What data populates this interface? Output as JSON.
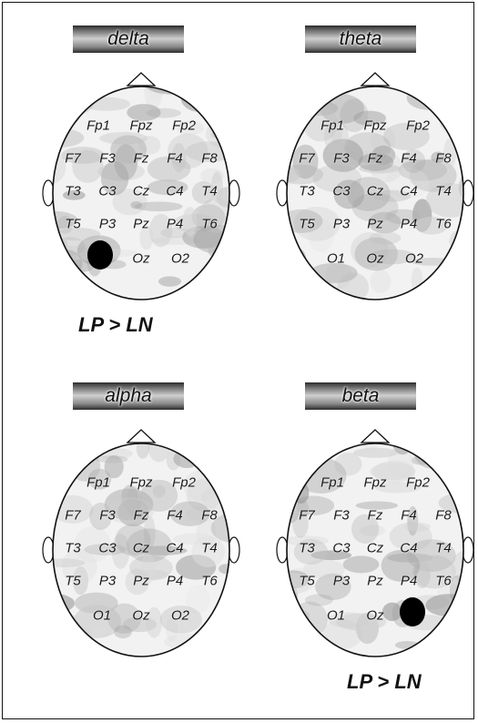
{
  "panels": [
    {
      "band": "delta",
      "electrodes": [
        [
          "Fp1",
          "Fpz",
          "Fp2"
        ],
        [
          "F7",
          "F3",
          "Fz",
          "F4",
          "F8"
        ],
        [
          "T3",
          "C3",
          "Cz",
          "C4",
          "T4"
        ],
        [
          "T5",
          "P3",
          "Pz",
          "P4",
          "T6"
        ],
        [
          "Oz",
          "O2"
        ]
      ],
      "marker_site": "O1",
      "caption": "LP > LN"
    },
    {
      "band": "theta",
      "electrodes": [
        [
          "Fp1",
          "Fpz",
          "Fp2"
        ],
        [
          "F7",
          "F3",
          "Fz",
          "F4",
          "F8"
        ],
        [
          "T3",
          "C3",
          "Cz",
          "C4",
          "T4"
        ],
        [
          "T5",
          "P3",
          "Pz",
          "P4",
          "T6"
        ],
        [
          "O1",
          "Oz",
          "O2"
        ]
      ],
      "marker_site": null,
      "caption": ""
    },
    {
      "band": "alpha",
      "electrodes": [
        [
          "Fp1",
          "Fpz",
          "Fp2"
        ],
        [
          "F7",
          "F3",
          "Fz",
          "F4",
          "F8"
        ],
        [
          "T3",
          "C3",
          "Cz",
          "C4",
          "T4"
        ],
        [
          "T5",
          "P3",
          "Pz",
          "P4",
          "T6"
        ],
        [
          "O1",
          "Oz",
          "O2"
        ]
      ],
      "marker_site": null,
      "caption": ""
    },
    {
      "band": "beta",
      "electrodes": [
        [
          "Fp1",
          "Fpz",
          "Fp2"
        ],
        [
          "F7",
          "F3",
          "Fz",
          "F4",
          "F8"
        ],
        [
          "T3",
          "C3",
          "Cz",
          "C4",
          "T4"
        ],
        [
          "T5",
          "P3",
          "Pz",
          "P4",
          "T6"
        ],
        [
          "O1",
          "Oz"
        ]
      ],
      "marker_site": "O2",
      "caption": "LP > LN"
    }
  ]
}
